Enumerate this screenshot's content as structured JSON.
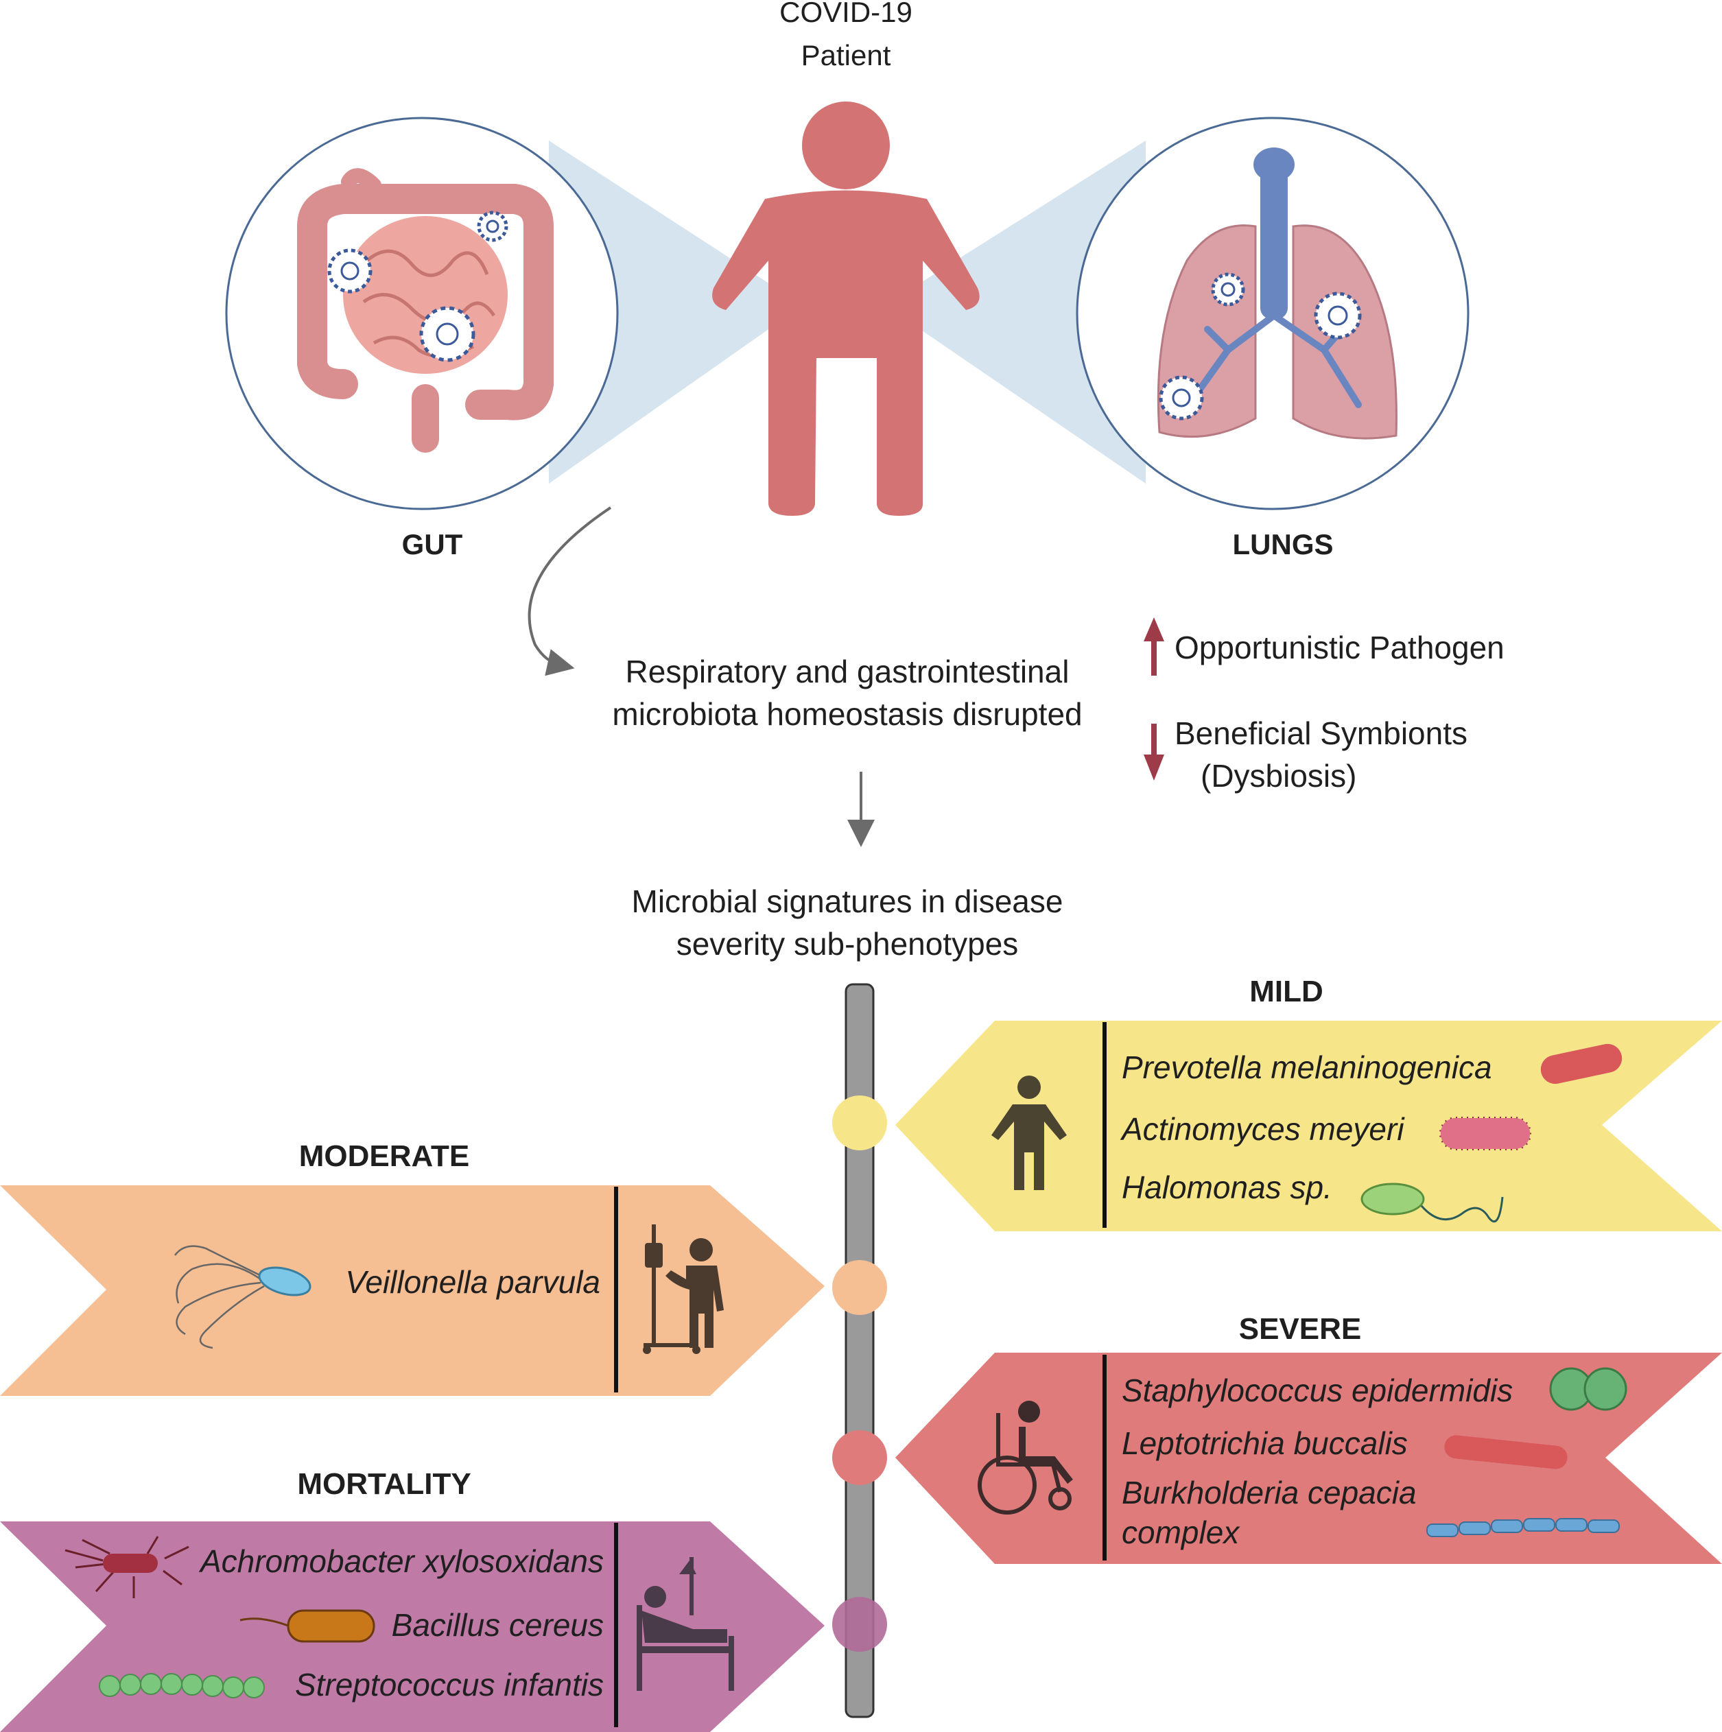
{
  "patient": {
    "line1": "COVID-19",
    "line2": "Patient"
  },
  "organs": {
    "gut_label": "GUT",
    "lungs_label": "LUNGS"
  },
  "flow": {
    "disrupted_line1": "Respiratory and gastrointestinal",
    "disrupted_line2": "microbiota homeostasis disrupted",
    "signatures_line1": "Microbial signatures in disease",
    "signatures_line2": "severity sub-phenotypes"
  },
  "dysbiosis": {
    "up_label": "Opportunistic Pathogen",
    "down_label_line1": "Beneficial Symbionts",
    "down_label_line2": "(Dysbiosis)"
  },
  "severity": {
    "mild": {
      "title": "MILD",
      "color": "#F7E58A",
      "bacteria": [
        "Prevotella melaninogenica",
        "Actinomyces meyeri",
        "Halomonas sp."
      ]
    },
    "moderate": {
      "title": "MODERATE",
      "color": "#F6BE93",
      "bacteria": [
        "Veillonella parvula"
      ]
    },
    "severe": {
      "title": "SEVERE",
      "color": "#E07B7B",
      "bacteria": [
        "Staphylococcus epidermidis",
        "Leptotrichia buccalis",
        "Burkholderia cepacia",
        "complex"
      ]
    },
    "mortality": {
      "title": "MORTALITY",
      "color": "#BF7AA6",
      "bacteria": [
        "Achromobacter xylosoxidans",
        "Bacillus cereus",
        "Streptococcus infantis"
      ]
    }
  },
  "colors": {
    "figure": "#D47373",
    "arrow_dysbiosis": "#9E3B48",
    "arrow_gray": "#6b6b6b",
    "timeline": "#9a9a9a",
    "circle_outline": "#4a6a95",
    "cone": "#D6E4EF"
  }
}
